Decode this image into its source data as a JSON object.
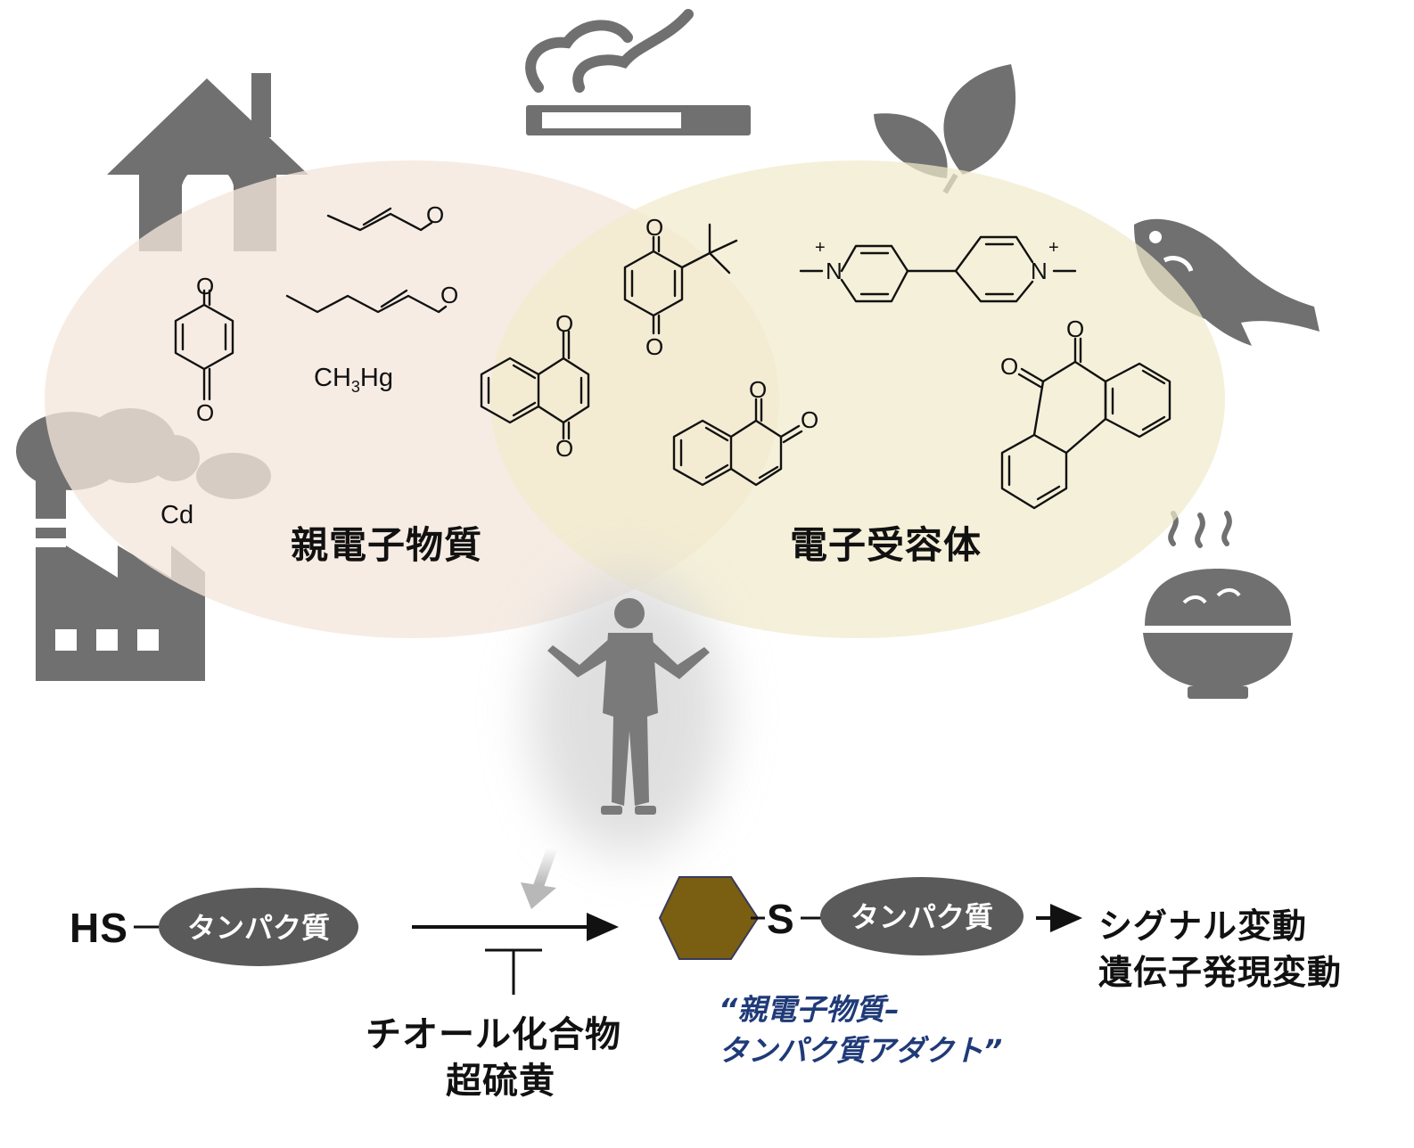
{
  "labels": {
    "electrophiles": "親電子物質",
    "acceptors": "電子受容体",
    "methylmercury": "CH3Hg",
    "methylmercury_base": "CH",
    "methylmercury_sub": "3",
    "methylmercury_tail": "Hg",
    "cadmium": "Cd",
    "hs": "HS",
    "s": "S",
    "protein": "タンパク質",
    "inhibitors_line1": "チオール化合物",
    "inhibitors_line2": "超硫黄",
    "adduct_line1": "“親電子物質–",
    "adduct_line2": "タンパク質アダクト”",
    "outcome_line1": "シグナル変動",
    "outcome_line2": "遺伝子発現変動"
  },
  "atoms": {
    "oxygen": "O",
    "nitrogen": "N",
    "plus": "+"
  },
  "colors": {
    "icon_gray": "#707070",
    "left_ellipse": "#f3e7dc",
    "right_ellipse": "#f1eacb",
    "pill": "#5a5a5a",
    "adduct_hex": "#7a5e12",
    "adduct_text": "#1f3a78"
  },
  "icons": [
    "house-icon",
    "cigarette-icon",
    "leaf-icon",
    "fish-icon",
    "factory-icon",
    "rice-bowl-icon",
    "person-shrugging-icon"
  ]
}
